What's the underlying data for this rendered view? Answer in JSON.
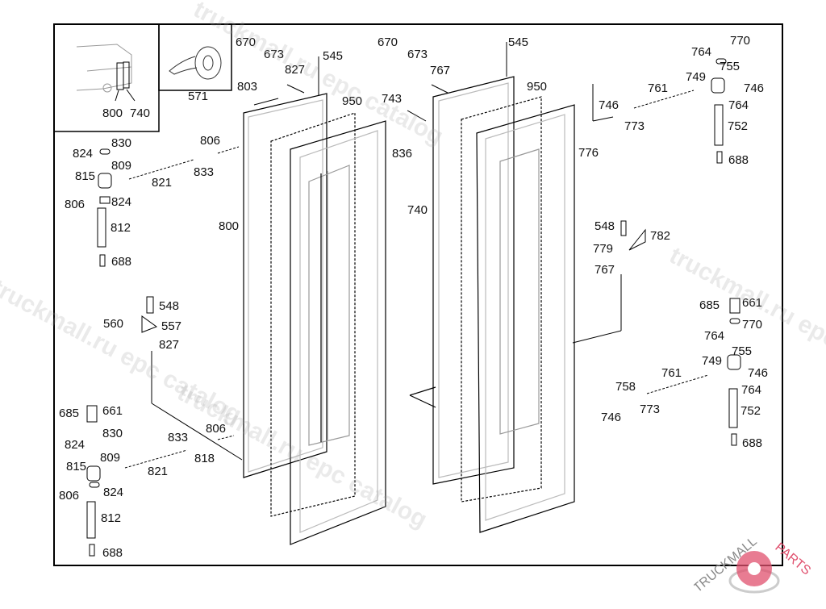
{
  "diagram": {
    "title": "Door exploded parts diagram",
    "inset_left": {
      "labels": [
        "800",
        "740"
      ]
    },
    "inset_right": {
      "labels": [
        "571"
      ]
    },
    "callouts": [
      {
        "id": "c1",
        "text": "670"
      },
      {
        "id": "c2",
        "text": "673"
      },
      {
        "id": "c3",
        "text": "827"
      },
      {
        "id": "c4",
        "text": "545"
      },
      {
        "id": "c5",
        "text": "803"
      },
      {
        "id": "c6",
        "text": "950"
      },
      {
        "id": "c7",
        "text": "836"
      },
      {
        "id": "c8",
        "text": "800"
      },
      {
        "id": "c9",
        "text": "830"
      },
      {
        "id": "c10",
        "text": "824"
      },
      {
        "id": "c11",
        "text": "806"
      },
      {
        "id": "c12",
        "text": "809"
      },
      {
        "id": "c13",
        "text": "815"
      },
      {
        "id": "c14",
        "text": "821"
      },
      {
        "id": "c15",
        "text": "833"
      },
      {
        "id": "c16",
        "text": "806"
      },
      {
        "id": "c17",
        "text": "824"
      },
      {
        "id": "c18",
        "text": "812"
      },
      {
        "id": "c19",
        "text": "688"
      },
      {
        "id": "c20",
        "text": "548"
      },
      {
        "id": "c21",
        "text": "560"
      },
      {
        "id": "c22",
        "text": "557"
      },
      {
        "id": "c23",
        "text": "827"
      },
      {
        "id": "c24",
        "text": "685"
      },
      {
        "id": "c25",
        "text": "661"
      },
      {
        "id": "c26",
        "text": "830"
      },
      {
        "id": "c27",
        "text": "824"
      },
      {
        "id": "c28",
        "text": "809"
      },
      {
        "id": "c29",
        "text": "815"
      },
      {
        "id": "c30",
        "text": "806"
      },
      {
        "id": "c31",
        "text": "821"
      },
      {
        "id": "c32",
        "text": "833"
      },
      {
        "id": "c33",
        "text": "806"
      },
      {
        "id": "c34",
        "text": "818"
      },
      {
        "id": "c35",
        "text": "824"
      },
      {
        "id": "c36",
        "text": "812"
      },
      {
        "id": "c37",
        "text": "688"
      },
      {
        "id": "c38",
        "text": "670"
      },
      {
        "id": "c39",
        "text": "673"
      },
      {
        "id": "c40",
        "text": "767"
      },
      {
        "id": "c41",
        "text": "545"
      },
      {
        "id": "c42",
        "text": "743"
      },
      {
        "id": "c43",
        "text": "950"
      },
      {
        "id": "c44",
        "text": "740"
      },
      {
        "id": "c45",
        "text": "776"
      },
      {
        "id": "c46",
        "text": "746"
      },
      {
        "id": "c47",
        "text": "773"
      },
      {
        "id": "c48",
        "text": "761"
      },
      {
        "id": "c49",
        "text": "749"
      },
      {
        "id": "c50",
        "text": "770"
      },
      {
        "id": "c51",
        "text": "764"
      },
      {
        "id": "c52",
        "text": "755"
      },
      {
        "id": "c53",
        "text": "746"
      },
      {
        "id": "c54",
        "text": "764"
      },
      {
        "id": "c55",
        "text": "752"
      },
      {
        "id": "c56",
        "text": "688"
      },
      {
        "id": "c57",
        "text": "548"
      },
      {
        "id": "c58",
        "text": "782"
      },
      {
        "id": "c59",
        "text": "779"
      },
      {
        "id": "c60",
        "text": "767"
      },
      {
        "id": "c61",
        "text": "685"
      },
      {
        "id": "c62",
        "text": "661"
      },
      {
        "id": "c63",
        "text": "770"
      },
      {
        "id": "c64",
        "text": "764"
      },
      {
        "id": "c65",
        "text": "749"
      },
      {
        "id": "c66",
        "text": "755"
      },
      {
        "id": "c67",
        "text": "746"
      },
      {
        "id": "c68",
        "text": "761"
      },
      {
        "id": "c69",
        "text": "758"
      },
      {
        "id": "c70",
        "text": "773"
      },
      {
        "id": "c71",
        "text": "746"
      },
      {
        "id": "c72",
        "text": "764"
      },
      {
        "id": "c73",
        "text": "752"
      },
      {
        "id": "c74",
        "text": "688"
      }
    ]
  },
  "watermarks": [
    {
      "text": "truckmall.ru epc catalog"
    },
    {
      "text": "truckmall.ru epc catalog"
    },
    {
      "text": "truckmall.ru epc catalog"
    },
    {
      "text": "truckmall.ru epc catalog"
    }
  ],
  "logo": {
    "text": "TRUCKMALLPARTS",
    "part1": "TRUCKMALL",
    "part2": "PARTS",
    "accent": "#e0506e"
  }
}
